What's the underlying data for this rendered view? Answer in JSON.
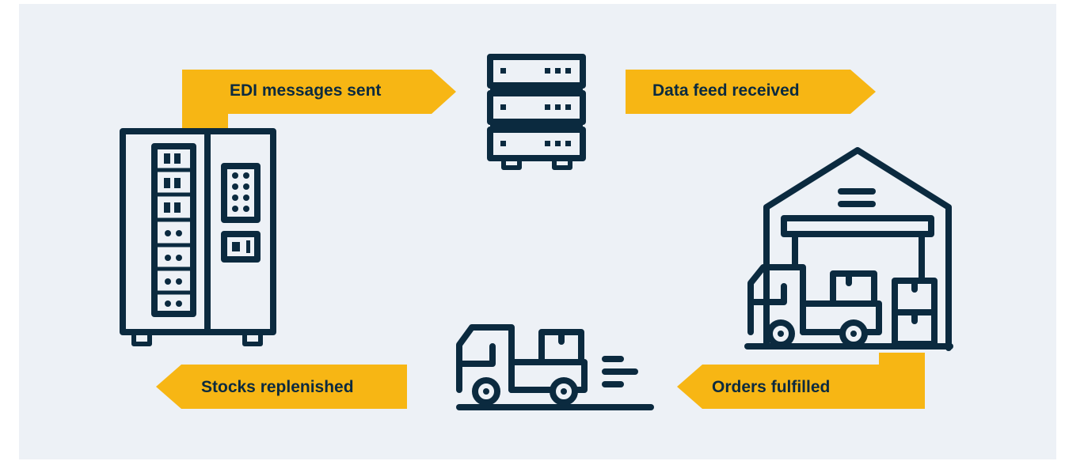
{
  "colors": {
    "background": "#edf1f6",
    "accent": "#f7b614",
    "icon": "#0b2a3f"
  },
  "labels": {
    "edi_sent": "EDI messages sent",
    "feed_received": "Data feed received",
    "orders_fulfilled": "Orders fulfilled",
    "stocks_replenished": "Stocks replenished"
  },
  "icons": {
    "vending": "vending-machine-icon",
    "server": "server-icon",
    "warehouse": "warehouse-icon",
    "truck": "delivery-truck-icon"
  }
}
